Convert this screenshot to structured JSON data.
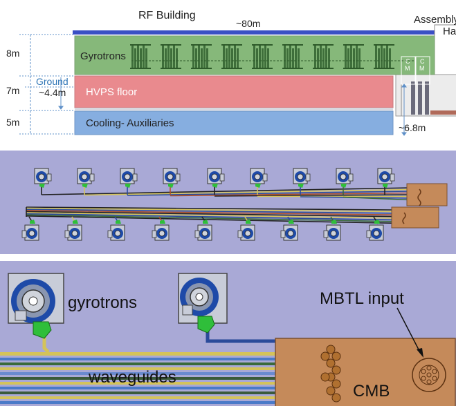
{
  "building": {
    "rf_building_label": "RF Building",
    "assembly_label": "Assembly",
    "hall_label": "Hal",
    "length_label": "~80m",
    "height_gyro_label": "8m",
    "height_hvps_label": "7m",
    "height_cooling_label": "5m",
    "ground_label": "Ground",
    "ground_depth_label": "~4.4m",
    "depth_right_label": "~6.8m",
    "floors": {
      "gyrotrons": "Gyrotrons",
      "hvps": "HVPS floor",
      "cooling": "Cooling- Auxiliaries"
    },
    "cm_letter_c": "C",
    "cm_letter_m": "M",
    "colors": {
      "gyro_floor": "#86b87a",
      "hvps_floor": "#e98a8e",
      "cooling_floor": "#86aee0",
      "roof": "#3a4fc4",
      "ground_text": "#2e75b6"
    }
  },
  "layout_view": {
    "background": "#a9a9d6"
  },
  "detail_view": {
    "gyrotrons_label": "gyrotrons",
    "waveguides_label": "waveguides",
    "mbtl_label": "MBTL input",
    "cmb_label": "CMB",
    "background": "#a9a9d6"
  }
}
